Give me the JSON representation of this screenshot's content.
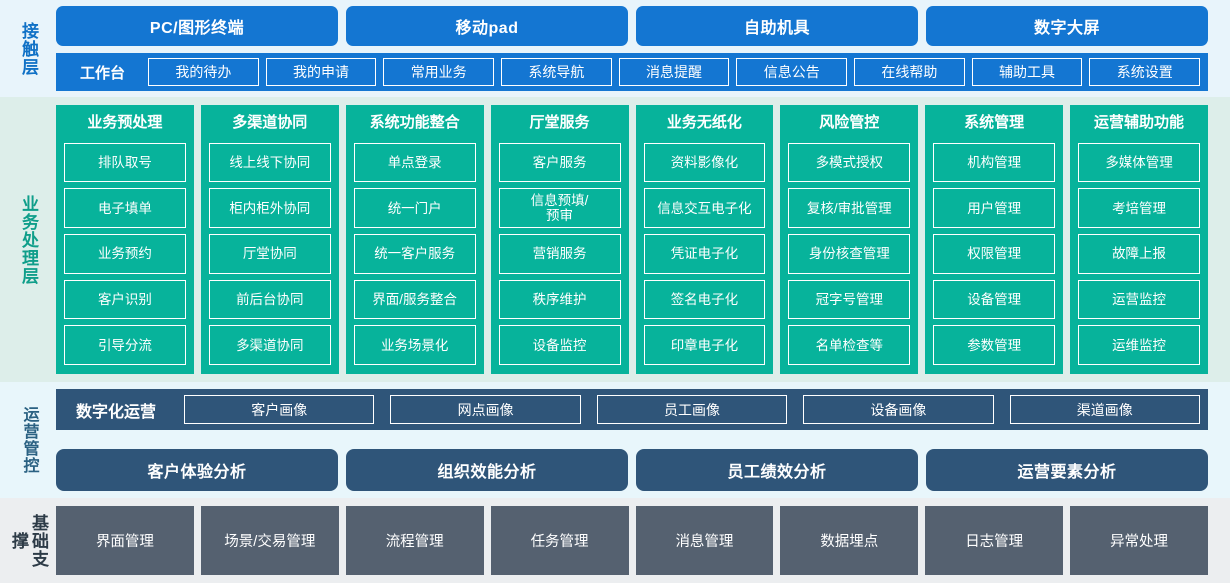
{
  "bands": {
    "contact": {
      "label": "接触层",
      "channels": [
        "PC/图形终端",
        "移动pad",
        "自助机具",
        "数字大屏"
      ],
      "workbench_title": "工作台",
      "workbench_items": [
        "我的待办",
        "我的申请",
        "常用业务",
        "系统导航",
        "消息提醒",
        "信息公告",
        "在线帮助",
        "辅助工具",
        "系统设置"
      ]
    },
    "business": {
      "label": "业务处理层",
      "columns": [
        {
          "title": "业务预处理",
          "items": [
            "排队取号",
            "电子填单",
            "业务预约",
            "客户识别",
            "引导分流"
          ]
        },
        {
          "title": "多渠道协同",
          "items": [
            "线上线下协同",
            "柜内柜外协同",
            "厅堂协同",
            "前后台协同",
            "多渠道协同"
          ]
        },
        {
          "title": "系统功能整合",
          "items": [
            "单点登录",
            "统一门户",
            "统一客户服务",
            "界面/服务整合",
            "业务场景化"
          ]
        },
        {
          "title": "厅堂服务",
          "items": [
            "客户服务",
            "信息预填/\n预审",
            "营销服务",
            "秩序维护",
            "设备监控"
          ]
        },
        {
          "title": "业务无纸化",
          "items": [
            "资料影像化",
            "信息交互电子化",
            "凭证电子化",
            "签名电子化",
            "印章电子化"
          ]
        },
        {
          "title": "风险管控",
          "items": [
            "多模式授权",
            "复核/审批管理",
            "身份核查管理",
            "冠字号管理",
            "名单检查等"
          ]
        },
        {
          "title": "系统管理",
          "items": [
            "机构管理",
            "用户管理",
            "权限管理",
            "设备管理",
            "参数管理"
          ]
        },
        {
          "title": "运营辅助功能",
          "items": [
            "多媒体管理",
            "考培管理",
            "故障上报",
            "运营监控",
            "运维监控"
          ]
        }
      ]
    },
    "operations": {
      "label": "运营管控",
      "digital_title": "数字化运营",
      "portrait_items": [
        "客户画像",
        "网点画像",
        "员工画像",
        "设备画像",
        "渠道画像"
      ],
      "analysis_items": [
        "客户体验分析",
        "组织效能分析",
        "员工绩效分析",
        "运营要素分析"
      ]
    },
    "foundation": {
      "label": "基础支撑",
      "items": [
        "界面管理",
        "场景/交易管理",
        "流程管理",
        "任务管理",
        "消息管理",
        "数据埋点",
        "日志管理",
        "异常处理"
      ]
    }
  },
  "colors": {
    "contact_blue": "#1476d2",
    "contact_bg": "#e8f4fb",
    "business_teal": "#07b39b",
    "business_bg": "#ddeeea",
    "ops_steel": "#2f5579",
    "ops_bg": "#e8f6fb",
    "foundation_gray": "#556170",
    "foundation_bg": "#eceef0"
  }
}
